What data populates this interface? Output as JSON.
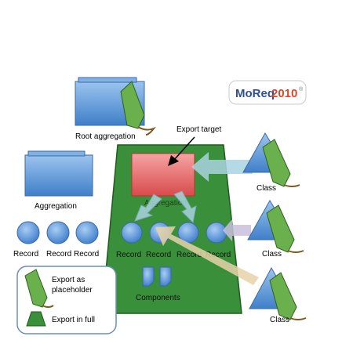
{
  "logo": {
    "text_a": "MoReq",
    "text_b": "2010",
    "mark": "®"
  },
  "labels": {
    "root_aggregation": "Root aggregation",
    "export_target": "Export target",
    "aggregation_left": "Aggregation",
    "aggregation_center": "Aggregation",
    "components": "Components",
    "class_1": "Class",
    "class_2": "Class",
    "class_3": "Class"
  },
  "records_left": [
    "Record",
    "Record",
    "Record"
  ],
  "records_center": [
    "Record",
    "Record",
    "Record",
    "Record"
  ],
  "legend": {
    "placeholder": "Export as placeholder",
    "full": "Export in full"
  },
  "colors": {
    "blue": "#5b9bd5",
    "green": "#3a8f3a",
    "red": "#e26a6a",
    "tag_green": "#6ab04c",
    "arrow": "#a9d3e0",
    "arrow_tan": "#e8d2a8"
  }
}
